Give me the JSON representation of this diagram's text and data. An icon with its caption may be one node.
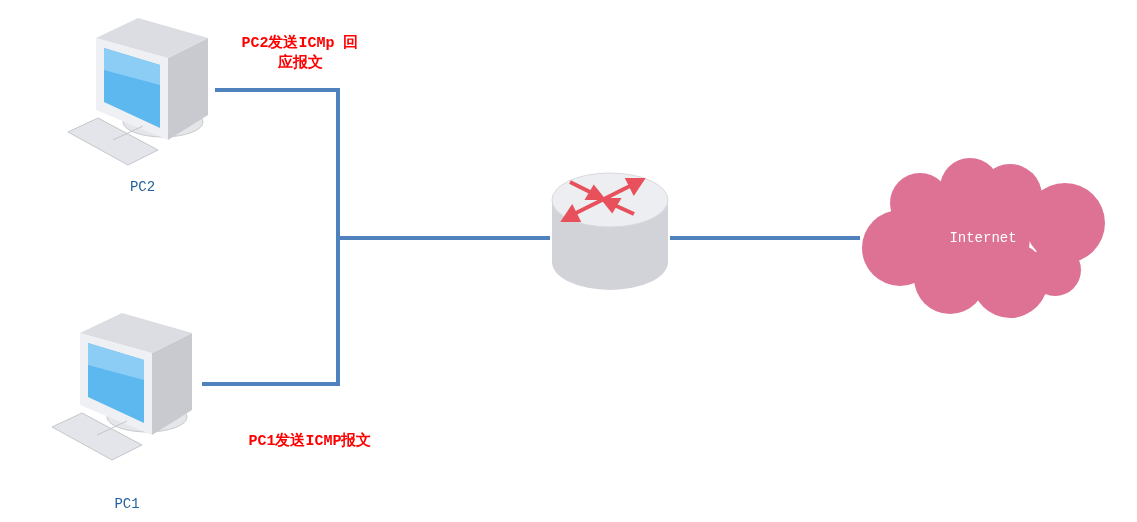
{
  "diagram": {
    "nodes": [
      {
        "text": [
          "PC2"
        ]
      },
      {
        "text": [
          "PC1"
        ]
      },
      {
        "text": [],
        "shape": "picture"
      },
      {
        "text": [
          "Internet"
        ]
      }
    ],
    "edges": [
      {
        "from": 0,
        "to": 2,
        "arrow": "none"
      },
      {
        "from": 1,
        "to": 2,
        "arrow": "none"
      },
      {
        "from": 2,
        "to": 3,
        "arrow": "none"
      }
    ],
    "labels": [
      "PC2发送ICMp 回应报文",
      "PC1发送ICMP报文"
    ]
  }
}
